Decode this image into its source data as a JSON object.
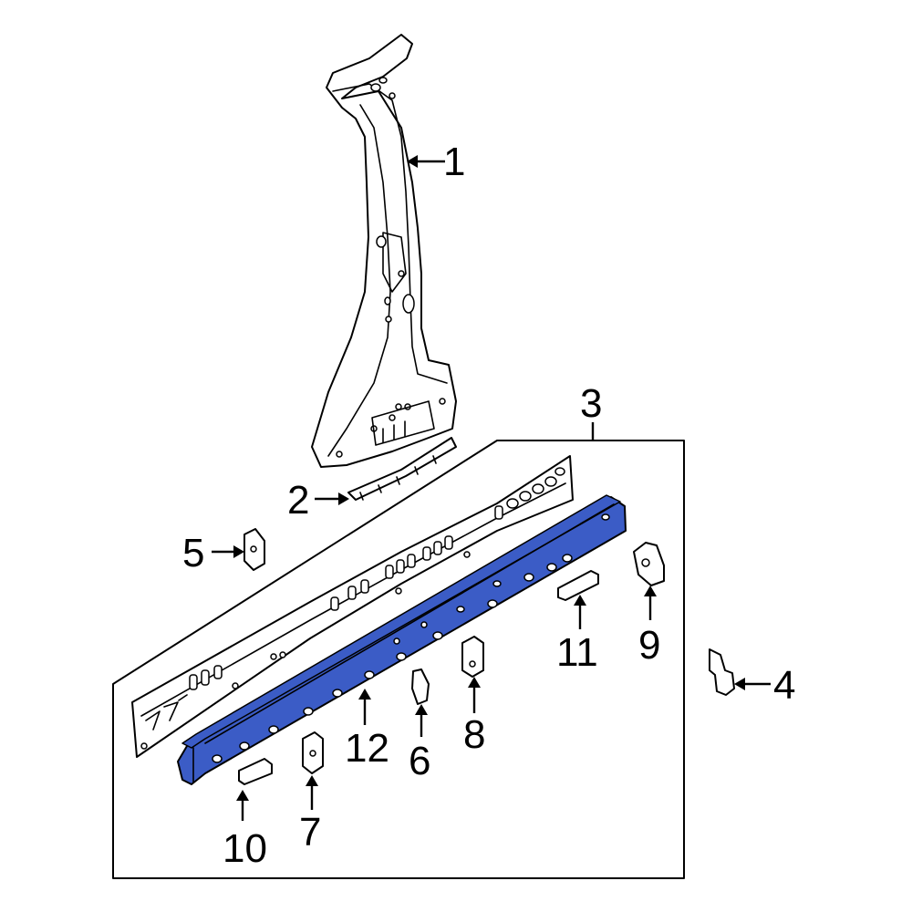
{
  "diagram": {
    "highlight_color": "#3b5cc6",
    "outline_color": "#000000",
    "background_color": "#ffffff",
    "callouts": [
      {
        "id": "1",
        "label": "1"
      },
      {
        "id": "2",
        "label": "2"
      },
      {
        "id": "3",
        "label": "3"
      },
      {
        "id": "4",
        "label": "4"
      },
      {
        "id": "5",
        "label": "5"
      },
      {
        "id": "6",
        "label": "6"
      },
      {
        "id": "7",
        "label": "7"
      },
      {
        "id": "8",
        "label": "8"
      },
      {
        "id": "9",
        "label": "9"
      },
      {
        "id": "10",
        "label": "10"
      },
      {
        "id": "11",
        "label": "11"
      },
      {
        "id": "12",
        "label": "12"
      }
    ],
    "highlighted_part": "12"
  }
}
